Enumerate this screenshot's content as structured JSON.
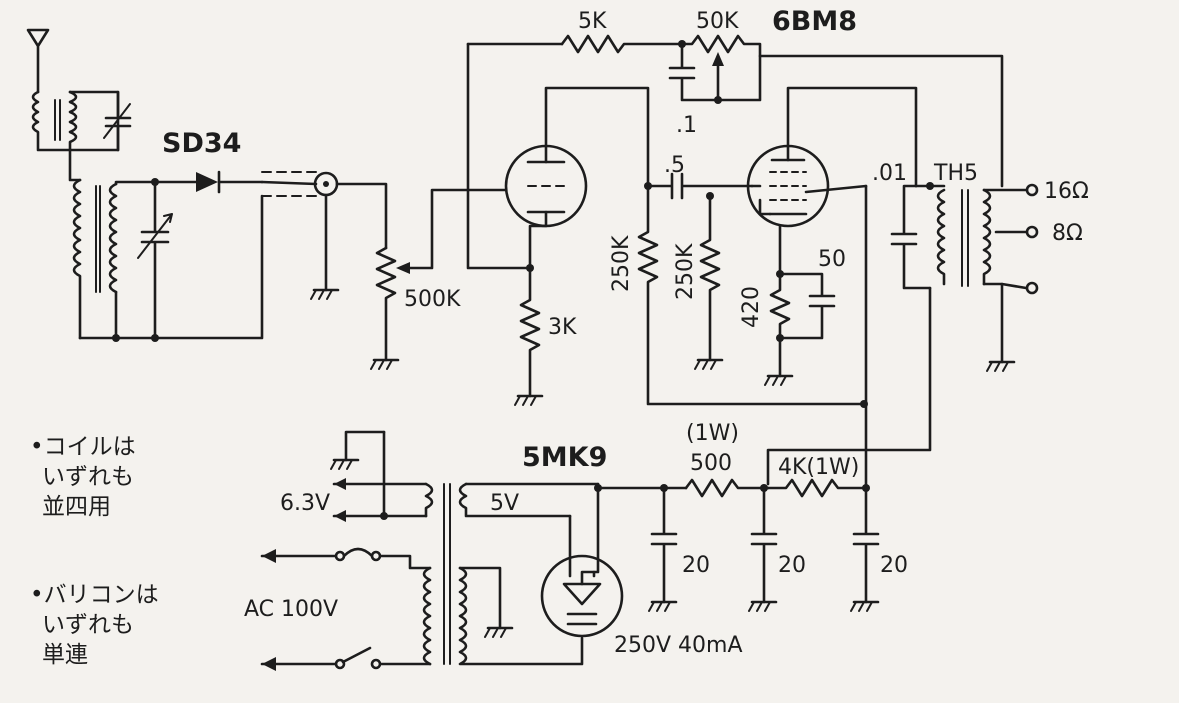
{
  "labels": {
    "diode": "SD34",
    "tube1": "6BM8",
    "rectifier": "5MK9",
    "r_feedback": "5K",
    "pot_tone": "50K",
    "cap_tone": ".1",
    "cap_couple": ".5",
    "cap_plate": ".01",
    "transformer": "TH5",
    "tap16": "16Ω",
    "tap8": "8Ω",
    "pot_volume": "500K",
    "r_cathode1": "3K",
    "r_grid1": "250K",
    "r_grid2": "250K",
    "r_cathode2": "420",
    "cap_cathode2": "50",
    "r_filter1_watt": "(1W)",
    "r_filter1": "500",
    "r_filter2": "4K(1W)",
    "c_filter1": "20",
    "c_filter2": "20",
    "c_filter3": "20",
    "heater": "6.3V",
    "rect_heater": "5V",
    "mains": "AC 100V",
    "supply": "250V 40mA"
  },
  "notes": {
    "coil": [
      "•コイルは",
      "いずれも",
      "並四用"
    ],
    "varicon": [
      "•バリコンは",
      "いずれも",
      "単連"
    ]
  }
}
